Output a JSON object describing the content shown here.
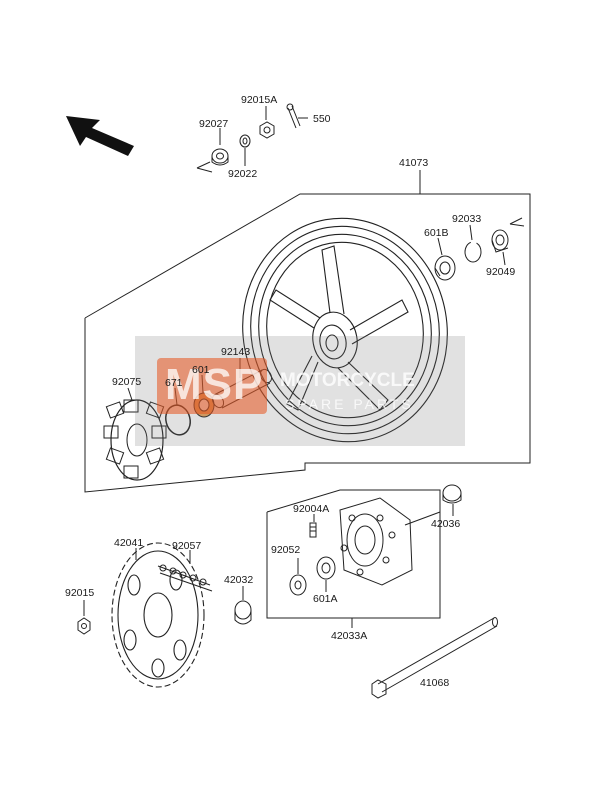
{
  "diagram": {
    "labels": {
      "p92015A": "92015A",
      "p550": "550",
      "p92027": "92027",
      "p92022": "92022",
      "p41073": "41073",
      "p92033": "92033",
      "p601B": "601B",
      "p92049": "92049",
      "p92143": "92143",
      "p92075": "92075",
      "p671": "671",
      "p601": "601",
      "p92004A": "92004A",
      "p42036": "42036",
      "p92052": "92052",
      "p601A": "601A",
      "p42033A": "42033A",
      "p42041": "42041",
      "p92057": "92057",
      "p42032": "42032",
      "p92015": "92015",
      "p41068": "41068"
    },
    "watermark": {
      "logo_text": "MSP",
      "line1": "MOTORCYCLE",
      "line2": "SPARE PARTS",
      "color": "#e8541e"
    }
  }
}
